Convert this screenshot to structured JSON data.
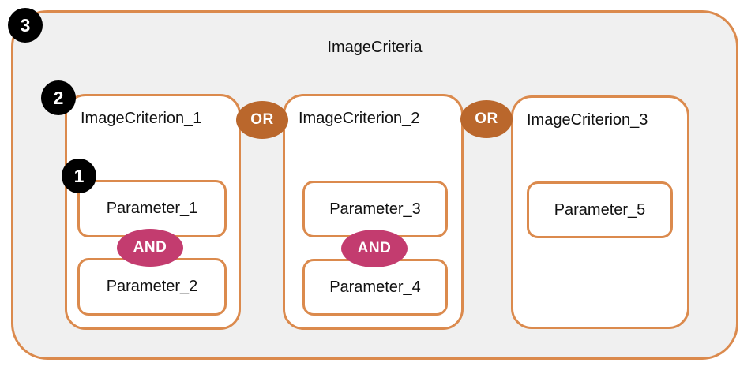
{
  "diagram": {
    "title": "ImageCriteria",
    "criteria": [
      {
        "label": "ImageCriterion_1",
        "parameters": [
          "Parameter_1",
          "Parameter_2"
        ]
      },
      {
        "label": "ImageCriterion_2",
        "parameters": [
          "Parameter_3",
          "Parameter_4"
        ]
      },
      {
        "label": "ImageCriterion_3",
        "parameters": [
          "Parameter_5"
        ]
      }
    ],
    "operators": {
      "or_1": "OR",
      "or_2": "OR",
      "and_1": "AND",
      "and_2": "AND"
    },
    "level_badges": [
      {
        "number": "1"
      },
      {
        "number": "2"
      },
      {
        "number": "3"
      }
    ],
    "colors": {
      "line": "#DB8A4D",
      "or_fill": "#BA672C",
      "and_fill": "#C33C6F",
      "badge_fill": "#000000",
      "outer_bg": "#F0F0F0",
      "box_bg": "#FFFFFF",
      "text": "#111111"
    }
  }
}
